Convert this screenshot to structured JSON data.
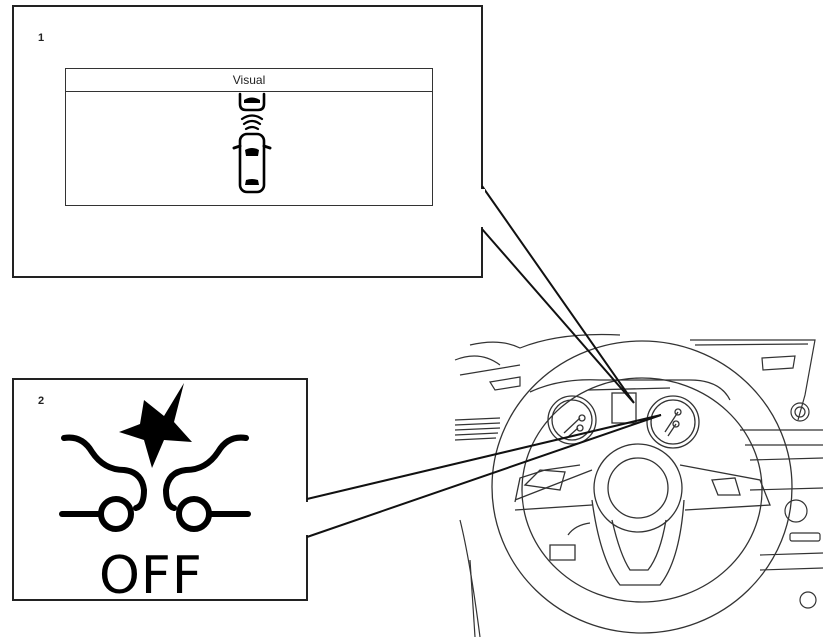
{
  "figure": {
    "type": "instrument-cluster-callout-illustration",
    "colors": {
      "line": "#222222",
      "background": "#ffffff",
      "icon_fill": "#000000"
    }
  },
  "callouts": [
    {
      "number": "1",
      "display": {
        "header": "Visual",
        "icon": "vehicle-ahead-detection-icon",
        "description_elements": [
          "lead-vehicle-icon",
          "sensor-wave-icon",
          "own-vehicle-icon"
        ]
      },
      "points_to": "instrument-cluster-center-display"
    },
    {
      "number": "2",
      "icon": "forward-collision-warning-off-icon",
      "label": "OFF",
      "points_to": "instrument-cluster-right-gauge"
    }
  ],
  "illustration": {
    "subject": "steering-wheel-and-dashboard",
    "elements": [
      "steering-wheel",
      "left-gauge",
      "center-display",
      "right-gauge",
      "left-switches",
      "right-switches",
      "dashboard-vents"
    ]
  }
}
